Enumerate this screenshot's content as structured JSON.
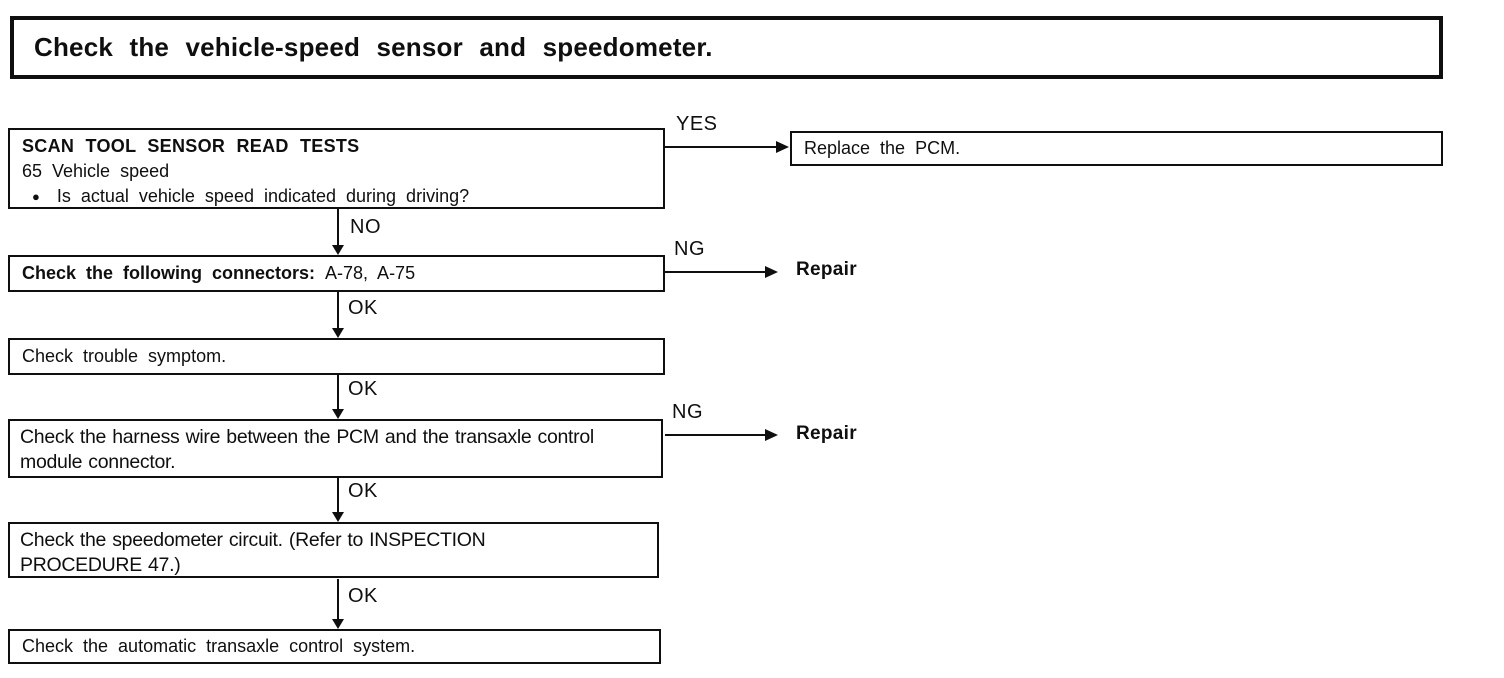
{
  "title": "Check the vehicle-speed sensor and speedometer.",
  "labels": {
    "yes": "YES",
    "no": "NO",
    "ok": "OK",
    "ng": "NG",
    "repair": "Repair",
    "bullet_icon": "●"
  },
  "nodes": {
    "scan_tool": {
      "title": "SCAN TOOL SENSOR READ TESTS",
      "item": "65 Vehicle speed",
      "question": "Is actual vehicle speed indicated during driving?"
    },
    "replace_pcm": "Replace the PCM.",
    "connectors": {
      "label": "Check the following connectors:",
      "value": "A-78, A-75"
    },
    "trouble_symptom": "Check trouble symptom.",
    "harness": {
      "line1": "Check the harness wire between the PCM and the transaxle control",
      "line2": "module connector."
    },
    "speedometer": {
      "line1": "Check the speedometer circuit. (Refer to INSPECTION",
      "line2": "PROCEDURE 47.)"
    },
    "transaxle": "Check the automatic transaxle control system."
  },
  "colors": {
    "ink": "#0f0f0f",
    "paper": "#ffffff"
  }
}
